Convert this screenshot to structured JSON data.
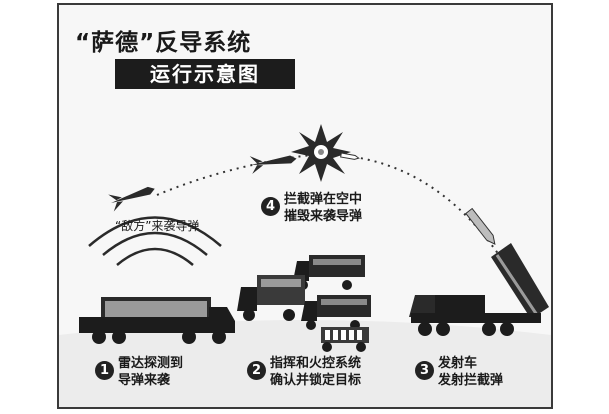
{
  "title": "“萨德”反导系统",
  "subtitle": "运行示意图",
  "enemy_missile_label": "“敌方”来袭导弹",
  "steps": [
    {
      "number": "1",
      "line1": "雷达探测到",
      "line2": "导弹来袭"
    },
    {
      "number": "2",
      "line1": "指挥和火控系统",
      "line2": "确认并锁定目标"
    },
    {
      "number": "3",
      "line1": "发射车",
      "line2": "发射拦截弹"
    },
    {
      "number": "4",
      "line1": "拦截弹在空中",
      "line2": "摧毁来袭导弹"
    }
  ],
  "colors": {
    "ink": "#1c1c1c",
    "panel": "#f7f7f7",
    "gray": "#8a8a8a"
  }
}
